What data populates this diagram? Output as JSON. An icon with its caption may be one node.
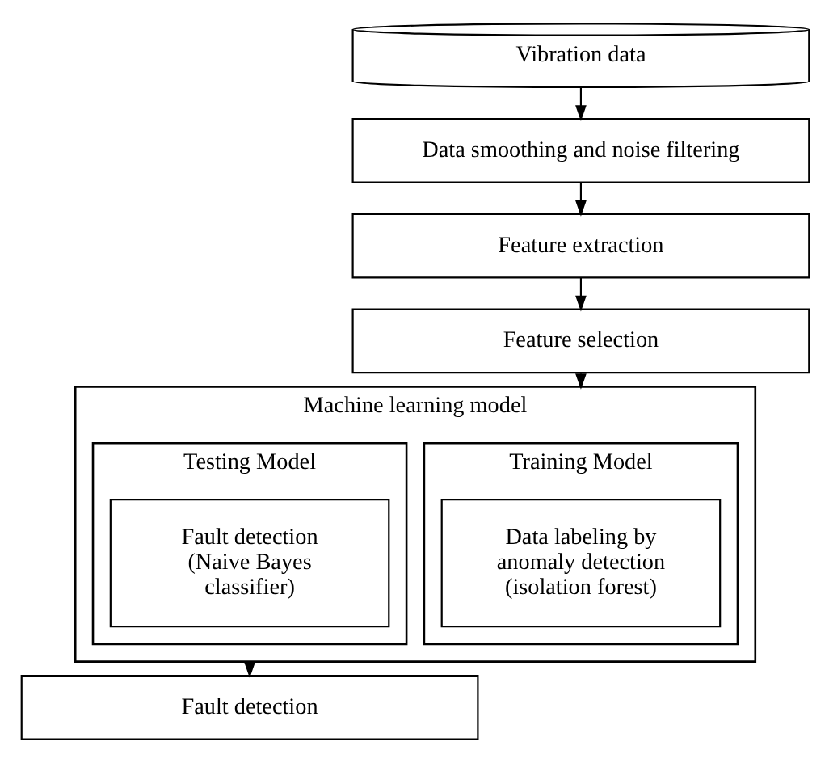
{
  "diagram": {
    "nodes": [
      {
        "text": [
          "Vibration data"
        ]
      },
      {
        "text": [
          "Data smoothing and noise filtering"
        ]
      },
      {
        "text": [
          "Feature extraction"
        ]
      },
      {
        "text": [
          "Feature selection"
        ]
      },
      {
        "text": [
          "Machine learning model"
        ]
      },
      {
        "text": [
          "Training Model"
        ],
        "in": 4
      },
      {
        "text": [
          "Data labeling by anomaly detection (isolation forest)"
        ],
        "in": 5
      },
      {
        "text": [
          "Testing Model"
        ],
        "in": 4
      },
      {
        "text": [
          "Fault detection (Naive Bayes classifier)"
        ],
        "in": 7
      },
      {
        "text": [
          "Fault detection"
        ]
      }
    ],
    "edges": [
      {
        "from": 0,
        "to": 1,
        "arrow": "to"
      },
      {
        "from": 1,
        "to": 2,
        "arrow": "to"
      },
      {
        "from": 2,
        "to": 3,
        "arrow": "to"
      },
      {
        "from": 3,
        "to": 4,
        "arrow": "to"
      },
      {
        "from": 4,
        "to": 9,
        "arrow": "to"
      }
    ]
  }
}
